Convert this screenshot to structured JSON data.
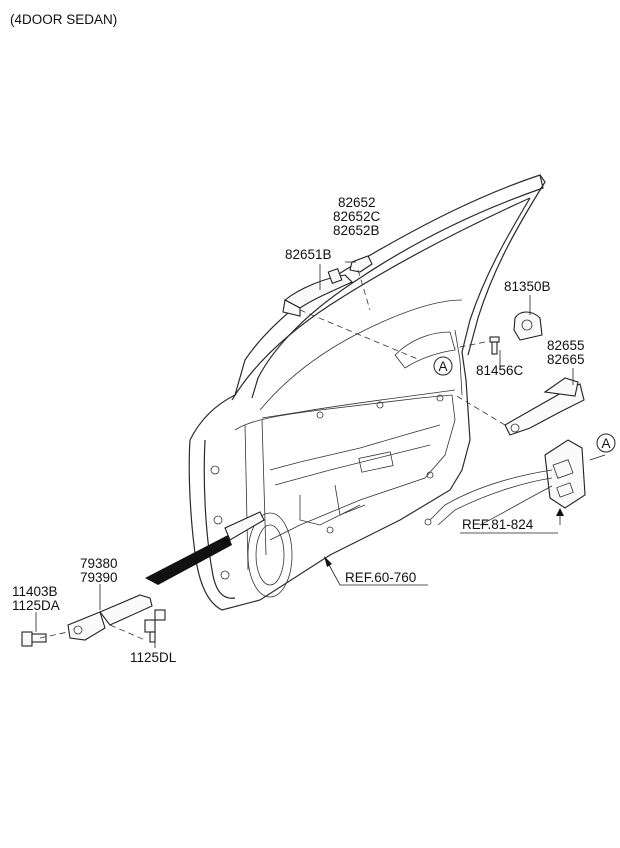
{
  "header": {
    "title": "(4DOOR SEDAN)"
  },
  "labels": {
    "p82652": "82652",
    "p82652C": "82652C",
    "p82652B": "82652B",
    "p82651B": "82651B",
    "p81350B": "81350B",
    "p82655": "82655",
    "p82665": "82665",
    "p81456C": "81456C",
    "p79380": "79380",
    "p79390": "79390",
    "p11403B": "11403B",
    "p1125DA": "1125DA",
    "p1125DL": "1125DL"
  },
  "refs": {
    "ref81": "REF.81-824",
    "ref60": "REF.60-760"
  },
  "callouts": {
    "a1": "A",
    "a2": "A"
  }
}
